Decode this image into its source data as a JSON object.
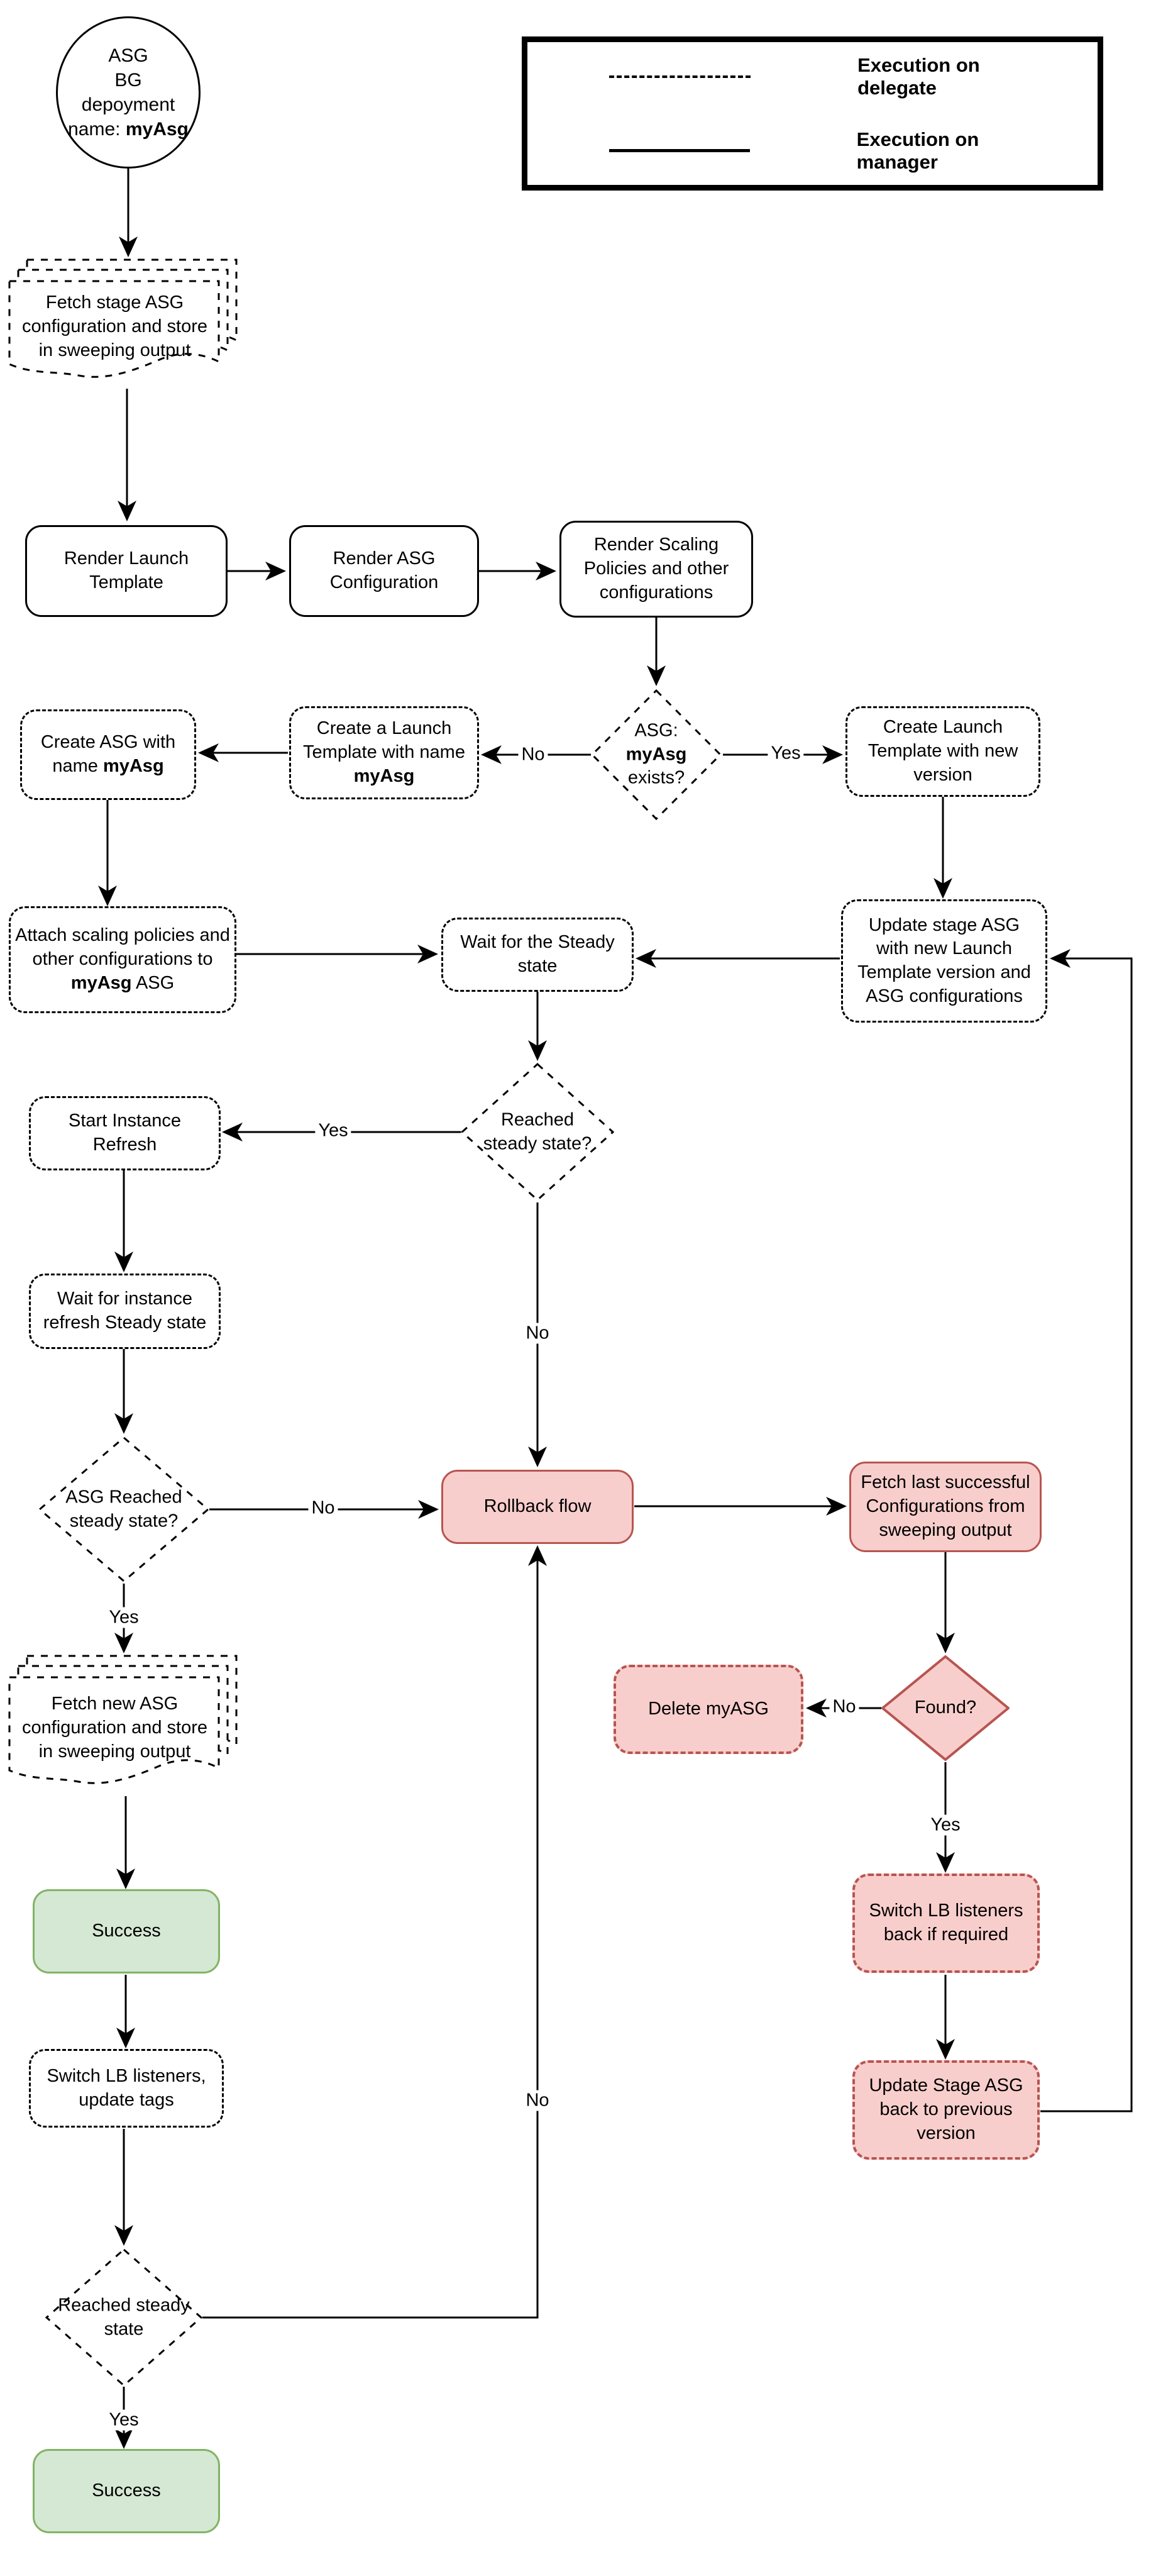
{
  "legend": {
    "items": [
      {
        "label": "Execution on delegate",
        "line_style": "dashed"
      },
      {
        "label": "Execution on manager",
        "line_style": "solid"
      }
    ]
  },
  "nodes": {
    "start": {
      "l1": "ASG",
      "l2": "BG depoyment",
      "l3a": "name: ",
      "l3b": "myAsg"
    },
    "fetch_stage": {
      "label": "Fetch stage ASG configuration and store in sweeping output"
    },
    "render_launch": {
      "label": "Render Launch Template"
    },
    "render_asg": {
      "label": "Render ASG Configuration"
    },
    "render_scaling": {
      "label": "Render Scaling Policies and other configurations"
    },
    "asg_exists": {
      "a": "ASG:",
      "b": "myAsg",
      "c": " exists?"
    },
    "create_launch_named": {
      "a": "Create a Launch Template with name ",
      "b": "myAsg"
    },
    "create_asg": {
      "a": "Create ASG with name ",
      "b": "myAsg"
    },
    "create_launch_new": {
      "label": "Create Launch Template with new version"
    },
    "update_stage_asg": {
      "label": "Update stage ASG with new Launch Template version and ASG configurations"
    },
    "attach_scaling": {
      "a": "Attach scaling policies and other configurations to ",
      "b": "myAsg",
      "c": " ASG"
    },
    "wait_steady": {
      "label": "Wait for the Steady state"
    },
    "reached_steady": {
      "label": "Reached steady state?"
    },
    "start_instance_refresh": {
      "label": "Start Instance Refresh"
    },
    "wait_instance_refresh": {
      "label": "Wait for instance refresh Steady state"
    },
    "asg_reached_steady": {
      "label": "ASG Reached steady state?"
    },
    "rollback_flow": {
      "label": "Rollback flow"
    },
    "fetch_last_successful": {
      "label": "Fetch last successful Configurations from sweeping output"
    },
    "found": {
      "label": "Found?"
    },
    "delete_myasg": {
      "label": "Delete myASG"
    },
    "fetch_new_asg": {
      "label": "Fetch new ASG configuration and store in sweeping output"
    },
    "success_1": {
      "label": "Success"
    },
    "switch_lb": {
      "label": "Switch LB listeners, update tags"
    },
    "switch_lb_back": {
      "label": "Switch LB listeners back if required"
    },
    "update_stage_back": {
      "label": "Update Stage ASG back to previous version"
    },
    "reached_steady_2": {
      "label": "Reached steady state"
    },
    "success_2": {
      "label": "Success"
    }
  },
  "edge_labels": {
    "asg_exists_no": "No",
    "asg_exists_yes": "Yes",
    "reached_steady_yes": "Yes",
    "reached_steady_no": "No",
    "asg_reached_no": "No",
    "asg_reached_yes": "Yes",
    "found_no": "No",
    "found_yes": "Yes",
    "reached_steady2_no": "No",
    "reached_steady2_yes": "Yes"
  },
  "colors": {
    "line": "#000000",
    "green_fill": "#d5e8d4",
    "green_border": "#82b366",
    "red_fill": "#f8cecc",
    "red_border": "#b85450"
  }
}
